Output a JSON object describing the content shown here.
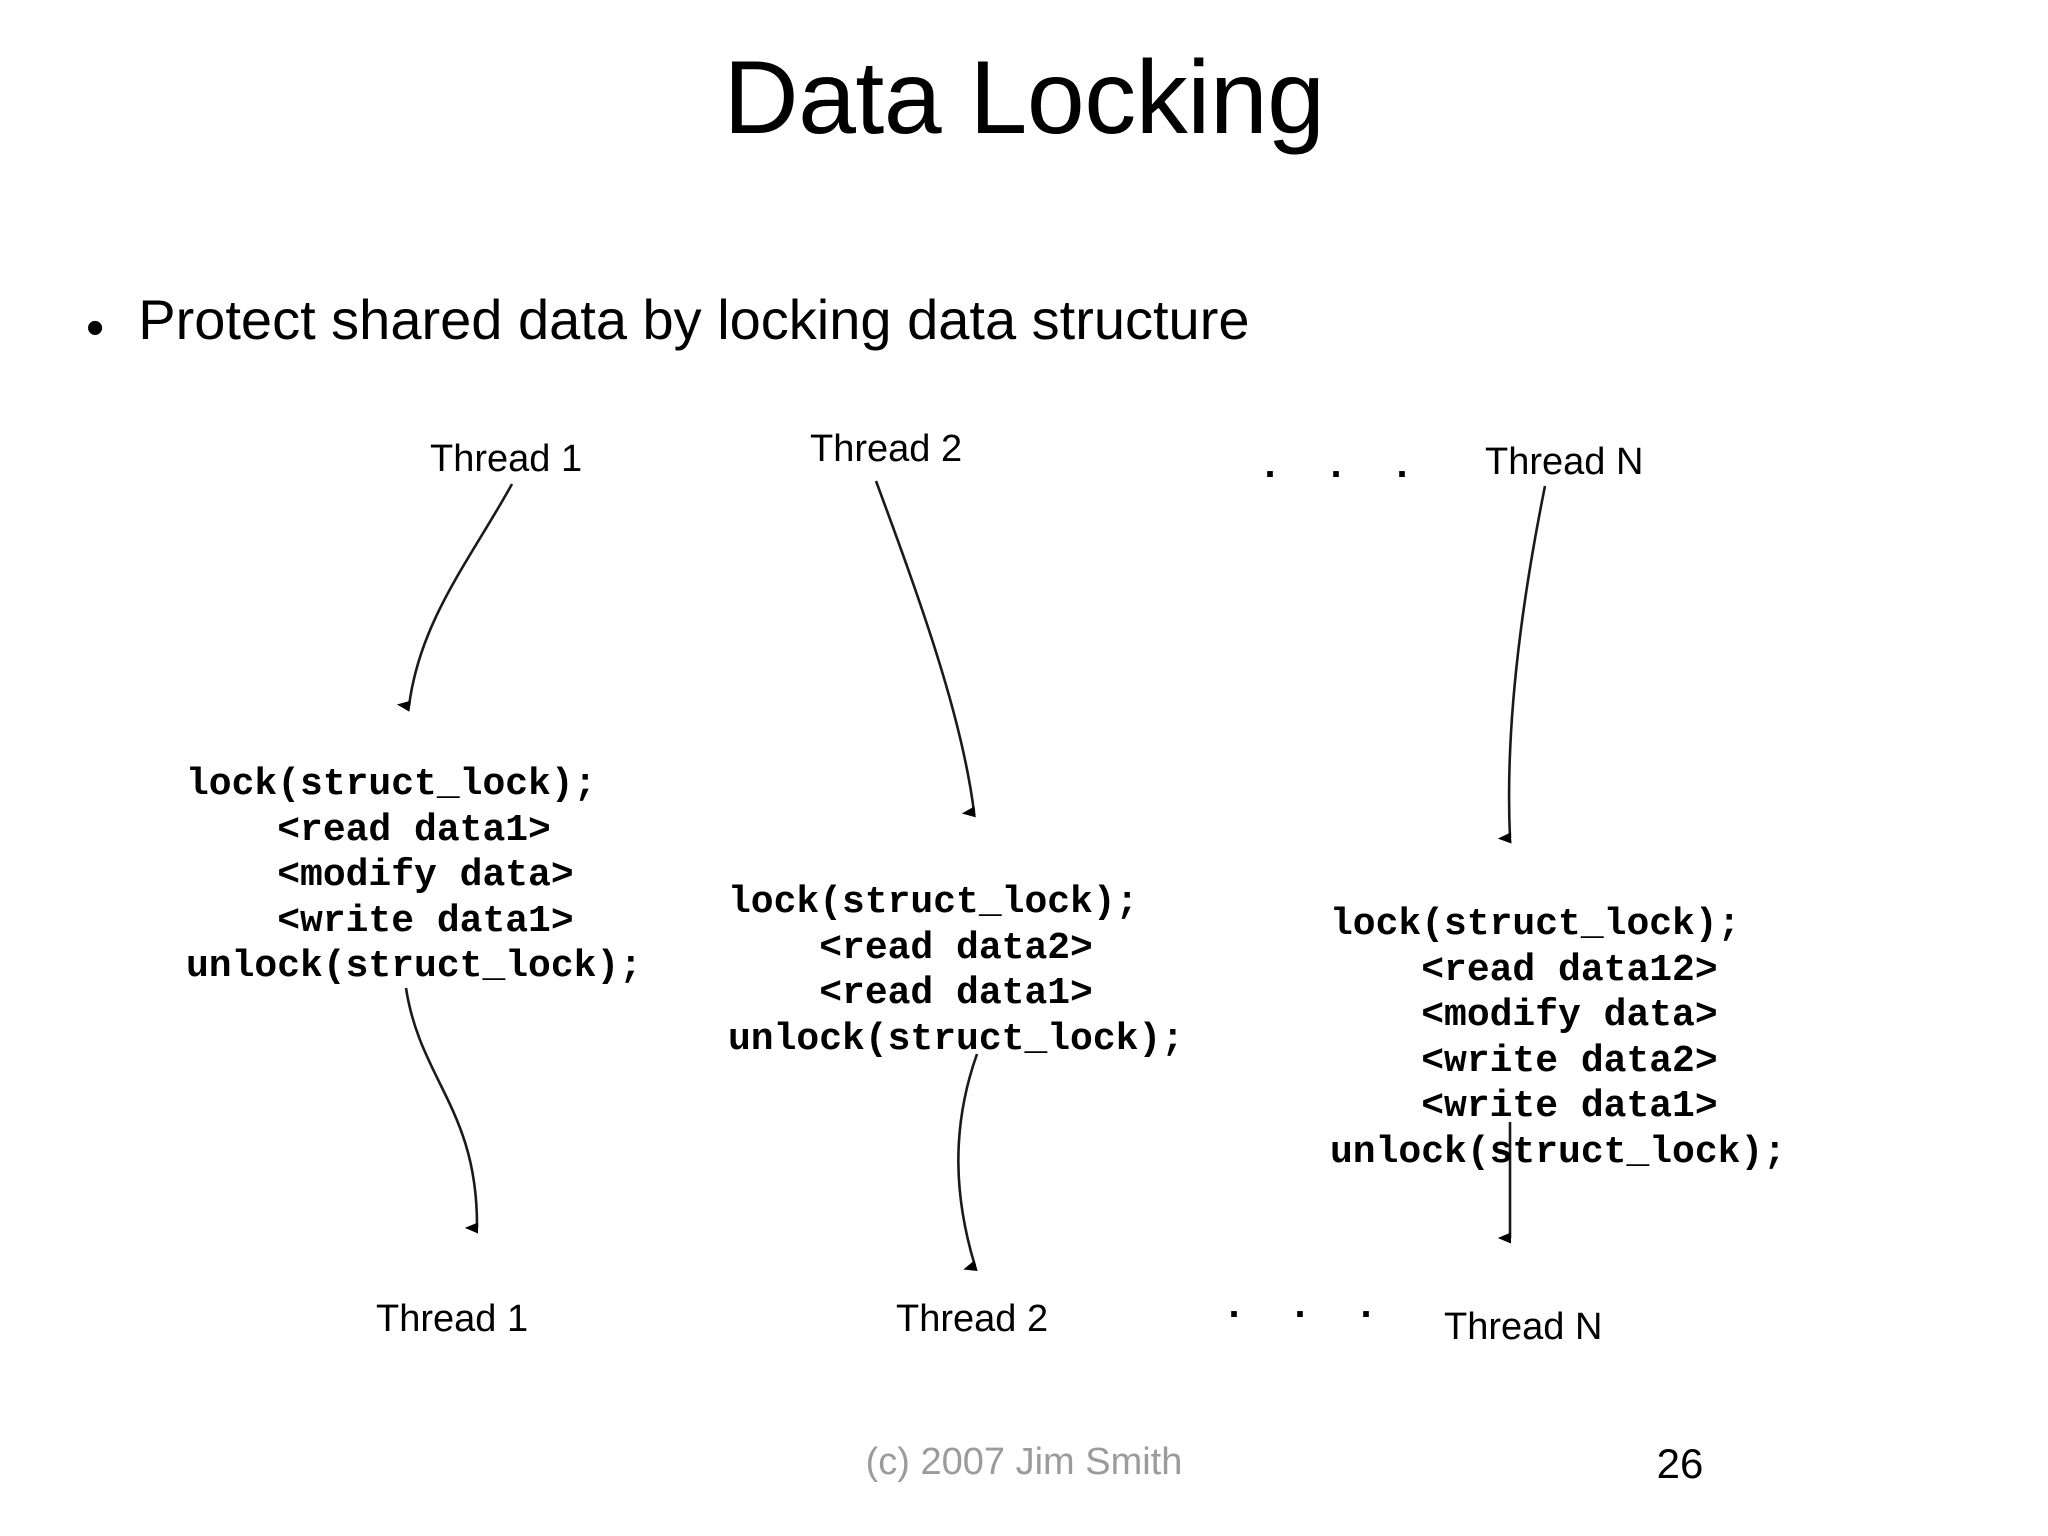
{
  "slide": {
    "title": "Data Locking",
    "bullet_marker": "•",
    "bullet_text": "Protect shared data by locking data structure",
    "background_color": "#ffffff",
    "text_color": "#000000"
  },
  "diagram": {
    "top_labels": [
      {
        "name": "thread-1",
        "text": "Thread 1"
      },
      {
        "name": "thread-2",
        "text": "Thread 2"
      },
      {
        "name": "thread-n",
        "text": "Thread N"
      }
    ],
    "bottom_labels": [
      {
        "name": "thread-1",
        "text": "Thread 1"
      },
      {
        "name": "thread-2",
        "text": "Thread 2"
      },
      {
        "name": "thread-n",
        "text": "Thread N"
      }
    ],
    "ellipsis_top": ". . .",
    "ellipsis_bottom": ". . .",
    "arrow_color": "#1a1a1a",
    "code_blocks": [
      {
        "name": "thread-1-code",
        "lines": [
          "lock(struct_lock);",
          "    <read data1>",
          "    <modify data>",
          "    <write data1>",
          "unlock(struct_lock);"
        ]
      },
      {
        "name": "thread-2-code",
        "lines": [
          "lock(struct_lock);",
          "    <read data2>",
          "    <read data1>",
          "unlock(struct_lock);"
        ]
      },
      {
        "name": "thread-n-code",
        "lines": [
          "lock(struct_lock);",
          "    <read data12>",
          "    <modify data>",
          "    <write data2>",
          "    <write data1>",
          "unlock(struct_lock);"
        ]
      }
    ]
  },
  "footer": {
    "credit": "(c) 2007 Jim Smith",
    "page_number": "26",
    "credit_color": "#9b9b9b"
  }
}
